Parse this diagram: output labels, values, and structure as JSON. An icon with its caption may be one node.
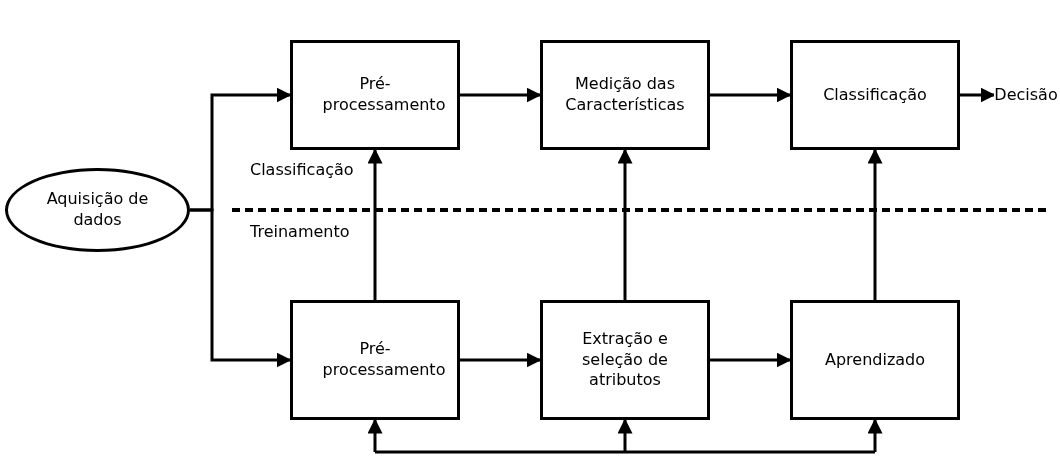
{
  "diagram": {
    "nodes": [
      {
        "text": [
          "Aquisição de dados"
        ]
      },
      {
        "text": [
          "Pré-processamento"
        ]
      },
      {
        "text": [
          "Medição das Características"
        ]
      },
      {
        "text": [
          "Classificação"
        ]
      },
      {
        "text": [
          "Decisão"
        ]
      },
      {
        "text": [
          "Pré-processamento"
        ]
      },
      {
        "text": [
          "Extração e seleção de atributos"
        ]
      },
      {
        "text": [
          "Aprendizado"
        ]
      }
    ],
    "edges": [
      {
        "from": 0,
        "to": 1,
        "arrow": "to"
      },
      {
        "from": 0,
        "to": 5,
        "arrow": "to"
      },
      {
        "from": 1,
        "to": 2,
        "arrow": "to"
      },
      {
        "from": 2,
        "to": 3,
        "arrow": "to"
      },
      {
        "from": 3,
        "to": 4,
        "arrow": "to"
      },
      {
        "from": 5,
        "to": 6,
        "arrow": "to"
      },
      {
        "from": 6,
        "to": 7,
        "arrow": "to"
      },
      {
        "from": 5,
        "to": 1,
        "arrow": "to"
      },
      {
        "from": 6,
        "to": 2,
        "arrow": "to"
      },
      {
        "from": 7,
        "to": 3,
        "arrow": "to"
      },
      {
        "from": null,
        "to": 5,
        "arrow": "to"
      },
      {
        "from": null,
        "to": 6,
        "arrow": "to"
      },
      {
        "from": null,
        "to": 7,
        "arrow": "to"
      }
    ],
    "labels": [
      "Classificação",
      "Treinamento"
    ]
  }
}
